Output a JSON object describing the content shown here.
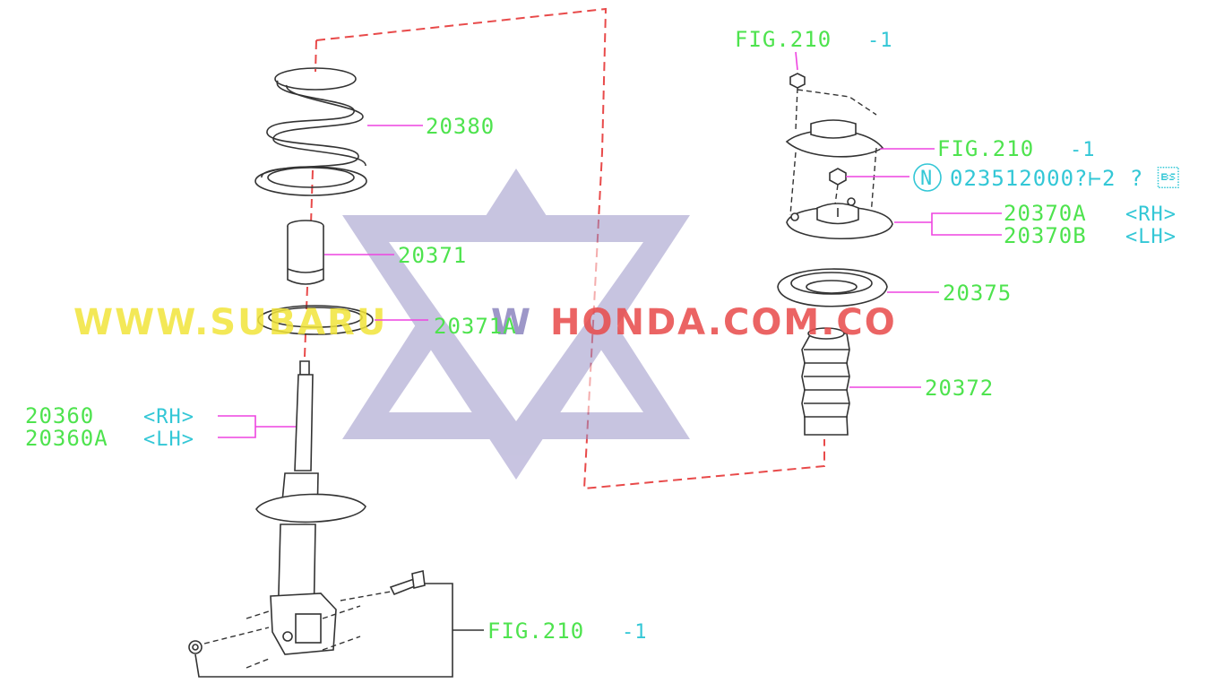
{
  "parts": {
    "spring": "20380",
    "bump_stop": "20371",
    "seat_rubber": "20371A",
    "strut_rh": "20360",
    "strut_rh_side": "<RH>",
    "strut_lh": "20360A",
    "strut_lh_side": "<LH>",
    "fig_top": "FIG.210",
    "fig_top_sfx": "-1",
    "fig_mid": "FIG.210",
    "fig_mid_sfx": "-1",
    "nut_code": "023512000?⊢2  ? \b",
    "nut_code_badge": "N",
    "mount_rh": "20370A",
    "mount_rh_side": "<RH>",
    "mount_lh": "20370B",
    "mount_lh_side": "<LH>",
    "seat_upper": "20375",
    "boot": "20372",
    "fig_bottom": "FIG.210",
    "fig_bottom_sfx": "-1"
  },
  "watermark": {
    "left_text": "WWW.SUBARU",
    "mid_text": "W",
    "right_text": "HONDA.COM.CO",
    "star_color": "#9b94c8",
    "left_color": "#f2e53a",
    "right_color": "#e84a4a"
  },
  "colors": {
    "label": "#4ee34e",
    "suffix": "#33c7d6",
    "leader": "#ee44e0",
    "guide": "#e84a4a"
  }
}
